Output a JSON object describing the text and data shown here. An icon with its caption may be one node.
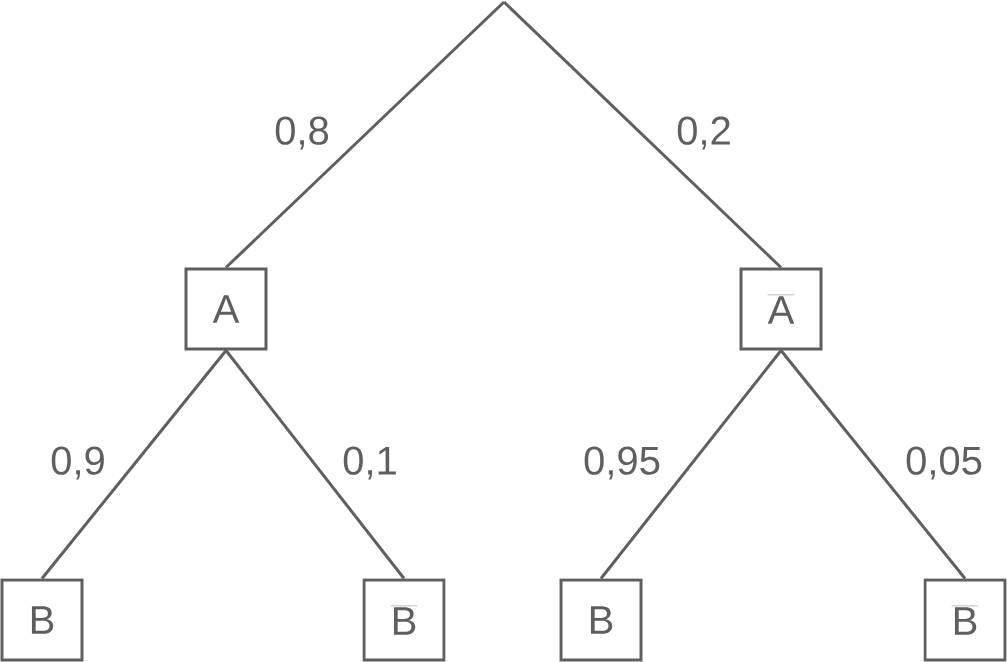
{
  "diagram": {
    "nodes": [
      {
        "text": [
          "\\overline{\\mathsf{A}}"
        ]
      },
      {
        "text": [
          "\\mathsf{A}"
        ]
      },
      {
        "text": [
          "\\mathsf{B}"
        ]
      },
      {
        "text": [
          "\\overline{\\mathsf{B}}"
        ]
      },
      {
        "text": [
          "\\mathsf{B}"
        ]
      },
      {
        "text": [
          "\\overline{\\mathsf{B}}"
        ]
      }
    ],
    "edges": [
      {
        "from": null,
        "to": 1,
        "arrow": "none",
        "label": "0,8"
      },
      {
        "from": null,
        "to": 0,
        "arrow": "none",
        "label": "0,2"
      },
      {
        "from": 1,
        "to": 2,
        "arrow": "none",
        "label": "0,9"
      },
      {
        "from": 1,
        "to": 3,
        "arrow": "none",
        "label": "0,1"
      },
      {
        "from": 0,
        "to": 4,
        "arrow": "none",
        "label": "0,95"
      },
      {
        "from": 0,
        "to": 5,
        "arrow": "none",
        "label": "0,05"
      }
    ]
  }
}
